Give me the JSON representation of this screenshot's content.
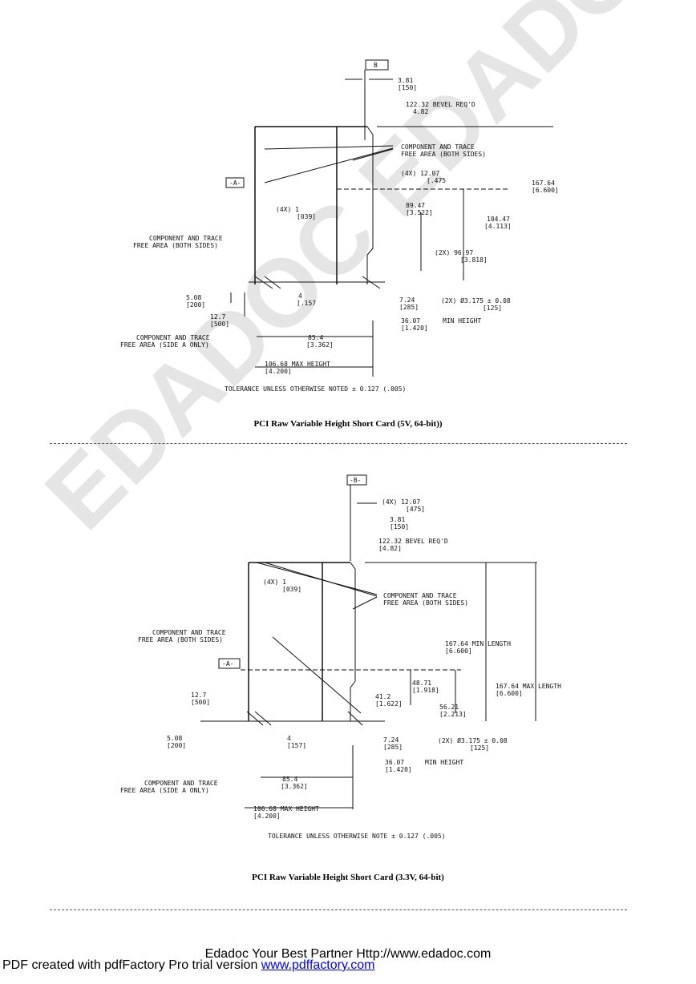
{
  "figure1": {
    "caption": "PCI Raw Variable Height Short Card (5V, 64-bit))",
    "datum_b": "B",
    "datum_a": "-A-",
    "d381": "3.81",
    "d381_in": "[150]",
    "bevel": "122.32 BEVEL REQ'D",
    "bevel_in": "4.82",
    "comp_both": "COMPONENT AND TRACE",
    "comp_both2": "FREE AREA (BOTH SIDES)",
    "d1207": "(4X) 12.07",
    "d1207_in": "[.475",
    "d16764": "167.64",
    "d16764_in": "[6.600]",
    "d1": "(4X) 1",
    "d1_in": "[039]",
    "d8947": "89.47",
    "d8947_in": "[3.522]",
    "d10447": "104.47",
    "d10447_in": "[4.113]",
    "d9697": "(2X) 96.97",
    "d9697_in": "[3.818]",
    "left_comp1": "COMPONENT AND TRACE",
    "left_comp2": "FREE AREA (BOTH SIDES)",
    "d508": "5.08",
    "d508_in": "[200]",
    "d4": "4",
    "d4_in": "[.157",
    "d724": "7.24",
    "d724_in": "[285]",
    "hole": "(2X) Ø3.175 ± 0.08",
    "hole_in": "[125]",
    "d127": "12.7",
    "d127_in": "[500]",
    "d3607": "36.07",
    "d3607_lbl": "MIN HEIGHT",
    "d3607_in": "[1.420]",
    "side_a1": "COMPONENT AND TRACE",
    "side_a2": "FREE AREA (SIDE A ONLY)",
    "d854": "85.4",
    "d854_in": "[3.362]",
    "d10668": "106.68 MAX HEIGHT",
    "d10668_in": "[4.200]",
    "tol": "TOLERANCE UNLESS OTHERWISE NOTED ± 0.127 (.005)"
  },
  "figure2": {
    "caption": "PCI Raw Variable Height Short Card (3.3V, 64-bit)",
    "datum_b": "-B-",
    "datum_a": "-A-",
    "d1207": "(4X) 12.07",
    "d1207_in": "[475]",
    "d381": "3.81",
    "d381_in": "[150]",
    "bevel": "122.32 BEVEL REQ'D",
    "bevel_in": "[4.82]",
    "d1": "(4X) 1",
    "d1_in": "[039]",
    "comp_both": "COMPONENT AND TRACE",
    "comp_both2": "FREE AREA (BOTH SIDES)",
    "left_comp1": "COMPONENT AND TRACE",
    "left_comp2": "FREE AREA (BOTH SIDES)",
    "min_len": "167.64  MIN LENGTH",
    "min_len_in": "[6.600]",
    "max_len": "167.64 MAX LENGTH",
    "max_len_in": "[6.600]",
    "d4871": "48.71",
    "d4871_in": "[1.918]",
    "d412": "41.2",
    "d412_in": "[1.622]",
    "d5621": "56.21",
    "d5621_in": "[2.213]",
    "d127": "12.7",
    "d127_in": "[500]",
    "d508": "5.08",
    "d508_in": "[200]",
    "d4": "4",
    "d4_in": "[157]",
    "d724": "7.24",
    "d724_in": "[285]",
    "hole": "(2X) Ø3.175 ± 0.08",
    "hole_in": "[125]",
    "d3607": "36.07",
    "d3607_lbl": "MIN HEIGHT",
    "d3607_in": "[1.420]",
    "side_a1": "COMPONENT AND TRACE",
    "side_a2": "FREE AREA (SIDE A ONLY)",
    "d854": "85.4",
    "d854_in": "[3.362]",
    "d10668": "106.68  MAX HEIGHT",
    "d10668_in": "[4.200]",
    "tol": "TOLERANCE UNLESS OTHERWISE NOTE ± 0.127 (.005)"
  },
  "footer": {
    "line": "Edadoc Your Best Partner   Http://www.edadoc.com",
    "pdf_prefix": "PDF created with pdfFactory Pro trial version ",
    "pdf_link": "www.pdffactory.com"
  },
  "watermark": "EDADOC EDADOC EDADOC"
}
